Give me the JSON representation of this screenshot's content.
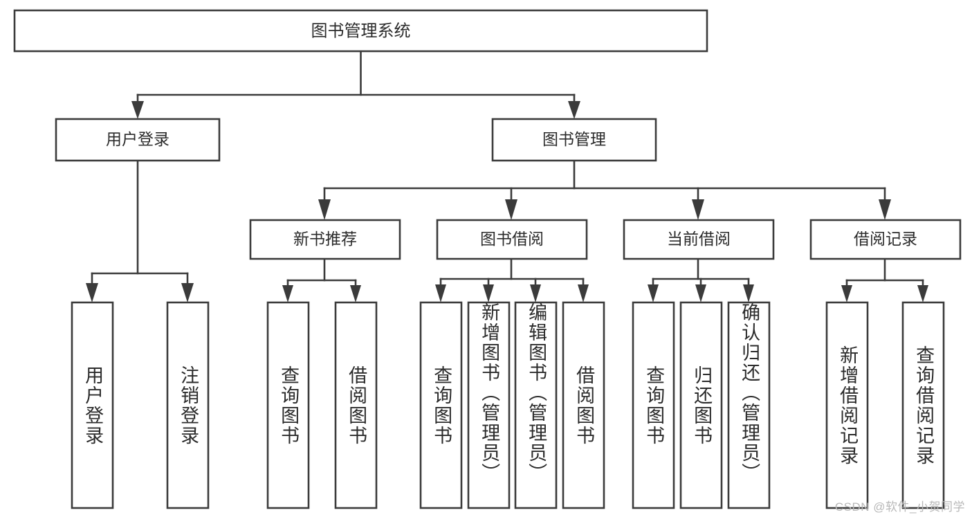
{
  "diagram": {
    "type": "tree-hierarchy-chart",
    "root": {
      "id": "root",
      "label": "图书管理系统"
    },
    "level2": [
      {
        "id": "user-login",
        "label": "用户登录"
      },
      {
        "id": "book-management",
        "label": "图书管理"
      }
    ],
    "level3": [
      {
        "id": "new-book-recommend",
        "label": "新书推荐",
        "parent": "book-management"
      },
      {
        "id": "book-borrow",
        "label": "图书借阅",
        "parent": "book-management"
      },
      {
        "id": "current-borrow",
        "label": "当前借阅",
        "parent": "book-management"
      },
      {
        "id": "borrow-record",
        "label": "借阅记录",
        "parent": "book-management"
      }
    ],
    "leaves": [
      {
        "id": "leaf-user-login",
        "label": "用户登录",
        "parent": "user-login"
      },
      {
        "id": "leaf-logout-login",
        "label": "注销登录",
        "parent": "user-login"
      },
      {
        "id": "leaf-query-book-1",
        "label": "查询图书",
        "parent": "new-book-recommend"
      },
      {
        "id": "leaf-borrow-book-1",
        "label": "借阅图书",
        "parent": "new-book-recommend"
      },
      {
        "id": "leaf-query-book-2",
        "label": "查询图书",
        "parent": "book-borrow"
      },
      {
        "id": "leaf-add-book",
        "label": "新增图书（管理员）",
        "parent": "book-borrow"
      },
      {
        "id": "leaf-edit-book",
        "label": "编辑图书（管理员）",
        "parent": "book-borrow"
      },
      {
        "id": "leaf-borrow-book-2",
        "label": "借阅图书",
        "parent": "book-borrow"
      },
      {
        "id": "leaf-query-book-3",
        "label": "查询图书",
        "parent": "current-borrow"
      },
      {
        "id": "leaf-return-book",
        "label": "归还图书",
        "parent": "current-borrow"
      },
      {
        "id": "leaf-confirm-return",
        "label": "确认归还（管理员）",
        "parent": "current-borrow"
      },
      {
        "id": "leaf-add-record",
        "label": "新增借阅记录",
        "parent": "borrow-record"
      },
      {
        "id": "leaf-query-record",
        "label": "查询借阅记录",
        "parent": "borrow-record"
      }
    ]
  },
  "watermark": {
    "text": "CSDN @软件_小贺同学"
  },
  "colors": {
    "stroke": "#3b3b3b",
    "text": "#2b2b2b",
    "background": "#ffffff",
    "watermark": "#b8b8b8"
  }
}
